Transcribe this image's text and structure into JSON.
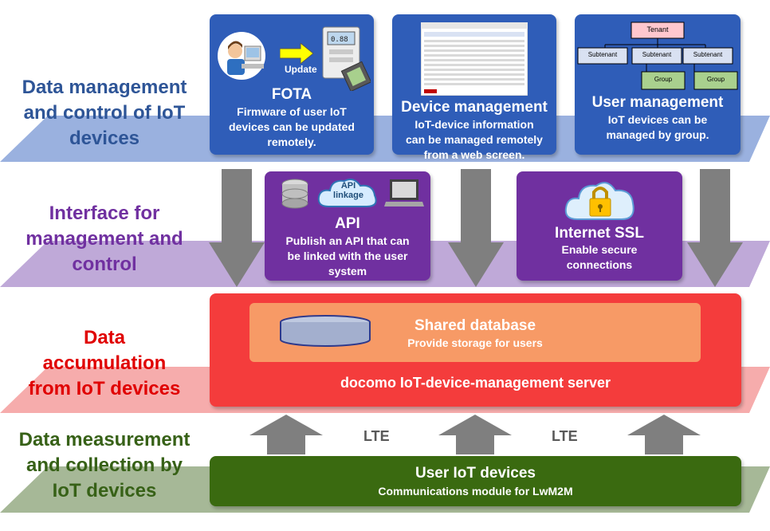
{
  "layers": [
    {
      "label": "Data management\nand control of IoT\ndevices",
      "color": "#2E5597"
    },
    {
      "label": "Interface for\nmanagement and\ncontrol",
      "color": "#7030A0"
    },
    {
      "label": "Data\naccumulation\nfrom IoT devices",
      "color": "#E00000"
    },
    {
      "label": "Data measurement\nand collection by\nIoT devices",
      "color": "#376117"
    }
  ],
  "fota": {
    "update_label": "Update",
    "title": "FOTA",
    "desc": "Firmware of user IoT\ndevices can be updated\nremotely."
  },
  "device_mgmt": {
    "title": "Device management",
    "desc": "IoT-device information\ncan be managed remotely\nfrom a web screen."
  },
  "user_mgmt": {
    "title": "User management",
    "desc": "IoT devices can be\nmanaged by group.",
    "tree": {
      "root": "Tenant",
      "subtenants": [
        "Subtenant",
        "Subtenant",
        "Subtenant"
      ],
      "groups": [
        "Group",
        "Group"
      ]
    }
  },
  "api": {
    "cloud_label": "API\nlinkage",
    "title": "API",
    "desc": "Publish an API that can\nbe linked with the user\nsystem"
  },
  "ssl": {
    "title": "Internet SSL",
    "desc": "Enable secure\nconnections"
  },
  "server": {
    "db_title": "Shared database",
    "db_desc": "Provide storage for users",
    "label": "docomo IoT-device-management server"
  },
  "lte_labels": [
    "LTE",
    "LTE"
  ],
  "devices": {
    "title": "User IoT devices",
    "desc": "Communications module for LwM2M"
  },
  "colors": {
    "blue_box": "#2F5DB8",
    "purple_box": "#7030A0",
    "red_box": "#F43C3C",
    "green_box": "#3A6A10",
    "db_box": "#F79A66",
    "arrow": "#7F7F7F"
  }
}
